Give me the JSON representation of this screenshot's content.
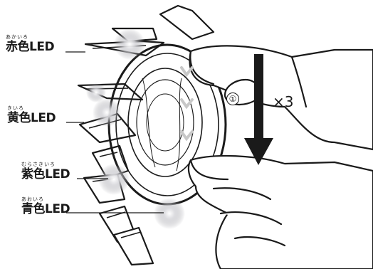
{
  "labels": {
    "red": {
      "ruby": "あかいろ",
      "text": "赤色LED"
    },
    "yellow": {
      "ruby": "きいろ",
      "text": "黄色LED"
    },
    "purple": {
      "ruby": "むらさきいろ",
      "text": "紫色LED"
    },
    "blue": {
      "ruby": "あおいろ",
      "text": "青色LED"
    }
  },
  "step": {
    "number": "①",
    "multiplier": "×3"
  },
  "colors": {
    "ink": "#1a1a1a",
    "glow": "#9a9aa0"
  }
}
